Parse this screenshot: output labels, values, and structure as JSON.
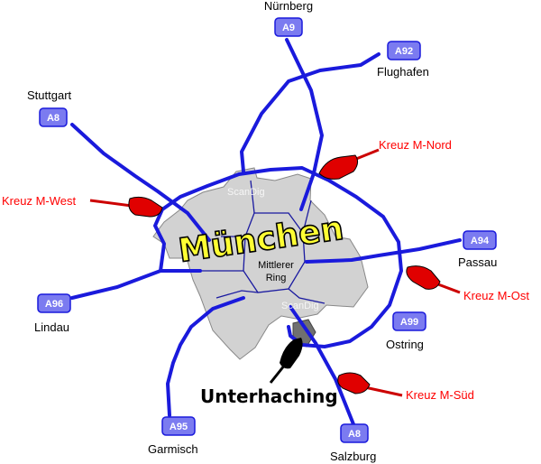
{
  "city": {
    "name": "München"
  },
  "ring": {
    "line1": "Mittlerer",
    "line2": "Ring"
  },
  "highway_badges": {
    "a9": "A9",
    "a92": "A92",
    "a8_north": "A8",
    "a94": "A94",
    "a96": "A96",
    "a99": "A99",
    "a95": "A95",
    "a8_south": "A8"
  },
  "destinations": {
    "nuernberg": "Nürnberg",
    "flughafen": "Flughafen",
    "stuttgart": "Stuttgart",
    "passau": "Passau",
    "lindau": "Lindau",
    "ostring": "Ostring",
    "garmisch": "Garmisch",
    "salzburg": "Salzburg"
  },
  "interchanges": {
    "nord": "Kreuz M-Nord",
    "west": "Kreuz M-West",
    "ost": "Kreuz M-Ost",
    "sued": "Kreuz M-Süd"
  },
  "marker": {
    "label": "Unterhaching"
  },
  "watermarks": {
    "one": "ScanDig",
    "two": "ScanDig"
  },
  "colors": {
    "road": "#1a1adc",
    "badge_fill": "#7b7bf0",
    "city_area": "#d2d2d2",
    "interchange_text": "#ff0000",
    "city_name": "#ffff33"
  }
}
